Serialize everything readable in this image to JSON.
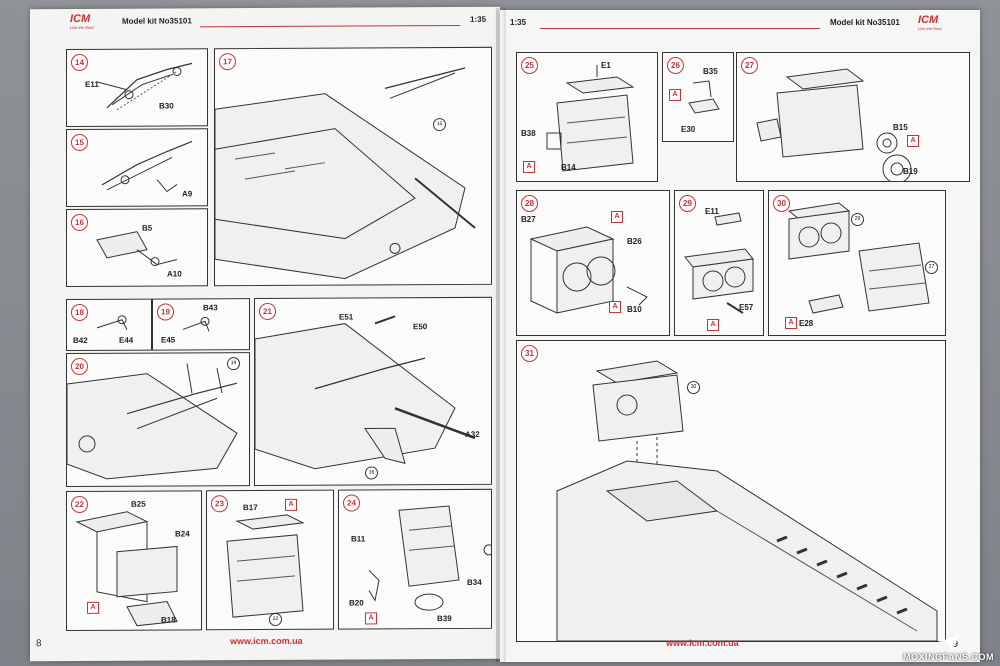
{
  "left_page": {
    "logo": "ICM",
    "logo_tagline": "Like the Real",
    "kit_label": "Model kit No35101",
    "scale": "1:35",
    "page_number": "8",
    "footer_url": "www.icm.com.ua"
  },
  "right_page": {
    "logo": "ICM",
    "logo_tagline": "Like the Real",
    "kit_label": "Model kit No35101",
    "scale": "1:35",
    "page_number": "9",
    "footer_url": "www.icm.com.ua"
  },
  "steps": {
    "s14": {
      "num": "14",
      "parts": [
        "E11",
        "B30"
      ]
    },
    "s15": {
      "num": "15",
      "parts": [
        "A9"
      ]
    },
    "s16": {
      "num": "16",
      "parts": [
        "B5",
        "A10"
      ]
    },
    "s17": {
      "num": "17",
      "ref": "15"
    },
    "s18": {
      "num": "18",
      "parts": [
        "B42",
        "E44"
      ]
    },
    "s19": {
      "num": "19",
      "parts": [
        "B43",
        "E45"
      ]
    },
    "s20": {
      "num": "20",
      "ref": "19"
    },
    "s21": {
      "num": "21",
      "parts": [
        "E51",
        "E50",
        "A32"
      ],
      "ref": "16"
    },
    "s22": {
      "num": "22",
      "parts": [
        "B25",
        "B24",
        "B18"
      ],
      "badge": "A"
    },
    "s23": {
      "num": "23",
      "parts": [
        "B17"
      ],
      "badge": "A",
      "ref": "22"
    },
    "s24": {
      "num": "24",
      "parts": [
        "B11",
        "B20",
        "B34",
        "B39"
      ],
      "badge": "A"
    },
    "s25": {
      "num": "25",
      "parts": [
        "E1",
        "B38",
        "B14"
      ],
      "badge": "A"
    },
    "s26": {
      "num": "26",
      "parts": [
        "B35",
        "E30"
      ],
      "badge": "A"
    },
    "s27": {
      "num": "27",
      "parts": [
        "B15",
        "B19"
      ],
      "badge": "A"
    },
    "s28": {
      "num": "28",
      "parts": [
        "B27",
        "B26",
        "B10"
      ],
      "badge": "A"
    },
    "s29": {
      "num": "29",
      "parts": [
        "E11",
        "E57"
      ],
      "badge": "A"
    },
    "s30": {
      "num": "30",
      "parts": [
        "E28"
      ],
      "refs": [
        "29",
        "27"
      ],
      "badge": "A"
    },
    "s31": {
      "num": "31",
      "ref": "30"
    }
  },
  "watermark": "MOXINGFANS.COM",
  "colors": {
    "accent": "#c8323a",
    "line": "#333333",
    "paper": "#f4f4f2"
  }
}
